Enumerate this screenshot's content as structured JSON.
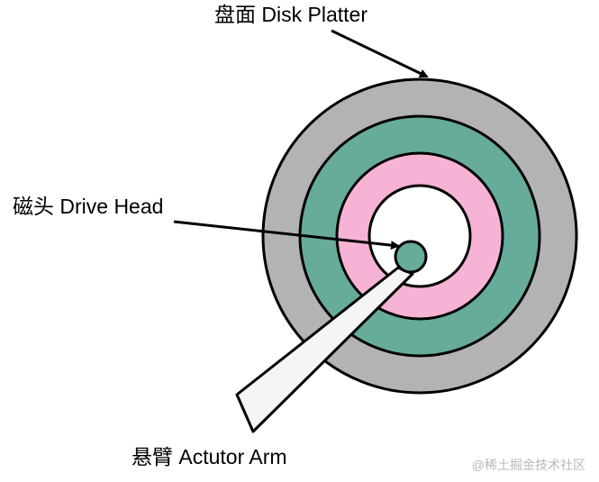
{
  "labels": {
    "platter": "盘面 Disk Platter",
    "head": "磁头 Drive Head",
    "arm": "悬臂 Actutor Arm"
  },
  "watermark": "@稀土掘金技术社区",
  "colors": {
    "platter_outer": "#b3b3b3",
    "track_teal": "#67ab9a",
    "track_pink": "#f7b3d5",
    "center": "#ffffff",
    "head": "#67ab9a",
    "arm": "#f5f5f5",
    "stroke": "#000000"
  }
}
